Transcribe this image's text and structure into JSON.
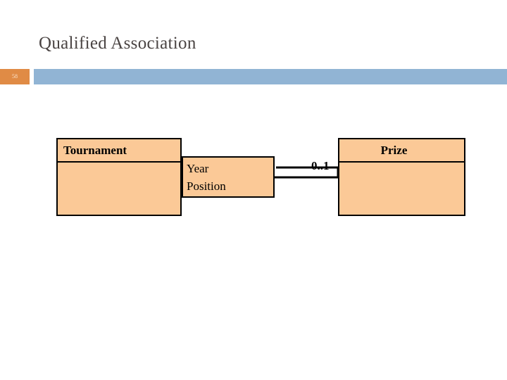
{
  "slide": {
    "title": "Qualified Association",
    "number": "58",
    "accent_orange": "#e08b45",
    "accent_blue": "#91b4d4",
    "title_color": "#4a4443"
  },
  "diagram": {
    "type": "uml-class-diagram",
    "fill_color": "#fbc997",
    "stroke_color": "#000000",
    "classes": [
      {
        "name": "Tournament",
        "attributes": [],
        "operations": []
      },
      {
        "name": "Prize",
        "attributes": [],
        "operations": []
      }
    ],
    "qualifier": {
      "owner": "Tournament",
      "attributes": [
        "Year",
        "Position"
      ]
    },
    "association": {
      "source": "Tournament",
      "target": "Prize",
      "target_multiplicity": "0..1"
    }
  }
}
